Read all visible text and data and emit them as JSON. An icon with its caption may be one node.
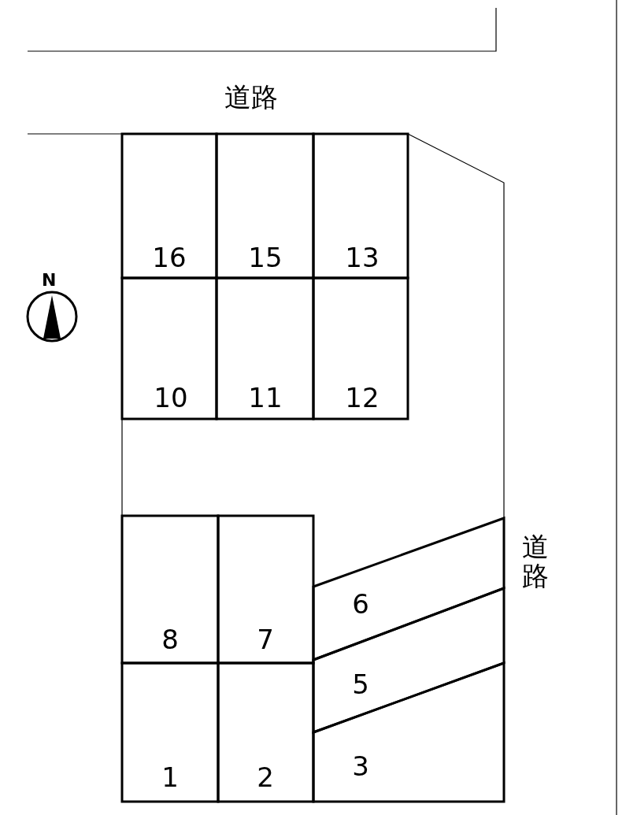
{
  "diagram": {
    "nodes": [
      {
        "text": [
          "16"
        ]
      },
      {
        "text": [
          "15"
        ]
      },
      {
        "text": [
          "13"
        ]
      },
      {
        "text": [
          "10"
        ]
      },
      {
        "text": [
          "11"
        ]
      },
      {
        "text": [
          "12"
        ]
      },
      {
        "text": [
          "8"
        ]
      },
      {
        "text": [
          "7"
        ]
      },
      {
        "text": [
          "6"
        ]
      },
      {
        "text": [
          "5"
        ]
      },
      {
        "text": [
          "1"
        ]
      },
      {
        "text": [
          "2"
        ]
      },
      {
        "text": [
          "3"
        ]
      }
    ],
    "labels": [
      "道路",
      "N",
      "道路"
    ]
  }
}
